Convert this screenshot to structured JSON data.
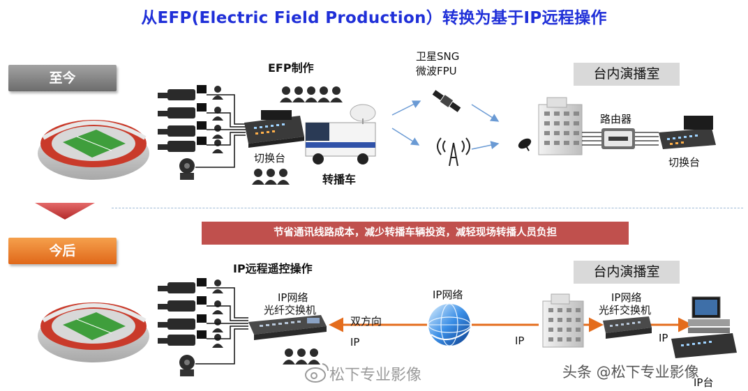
{
  "title": "从EFP(Electric Field Production）转换为基于IP远程操作",
  "top": {
    "tag": "至今",
    "efp_label": "EFP制作",
    "switcher_label": "切换台",
    "ob_van_label": "转播车",
    "link_label_line1": "卫星SNG",
    "link_label_line2": "微波FPU",
    "studio_label": "台内演播室",
    "router_label": "路由器",
    "studio_switcher_label": "切换台"
  },
  "banner": "节省通讯线路成本，减少转播车辆投资，减轻现场转播人员负担",
  "bottom": {
    "tag": "今后",
    "remote_label": "IP远程遥控操作",
    "switch_label_line1": "IP网络",
    "switch_label_line2": "光纤交换机",
    "bidirectional_label": "双方向",
    "ip_left": "IP",
    "network_label": "IP网络",
    "ip_right": "IP",
    "studio_label": "台内演播室",
    "studio_switch_line1": "IP网络",
    "studio_switch_line2": "光纤交换机",
    "ip_studio": "IP",
    "device_label": "IP台"
  },
  "watermark_left": "松下专业影像",
  "watermark_right": "头条 @松下专业影像",
  "colors": {
    "title": "#1f2fd8",
    "tag_gray": "#8a8a8a",
    "tag_orange": "#ee8a34",
    "banner": "#c0504d",
    "arrow_orange": "#e46c1c",
    "separator": "#9bb7d4"
  }
}
